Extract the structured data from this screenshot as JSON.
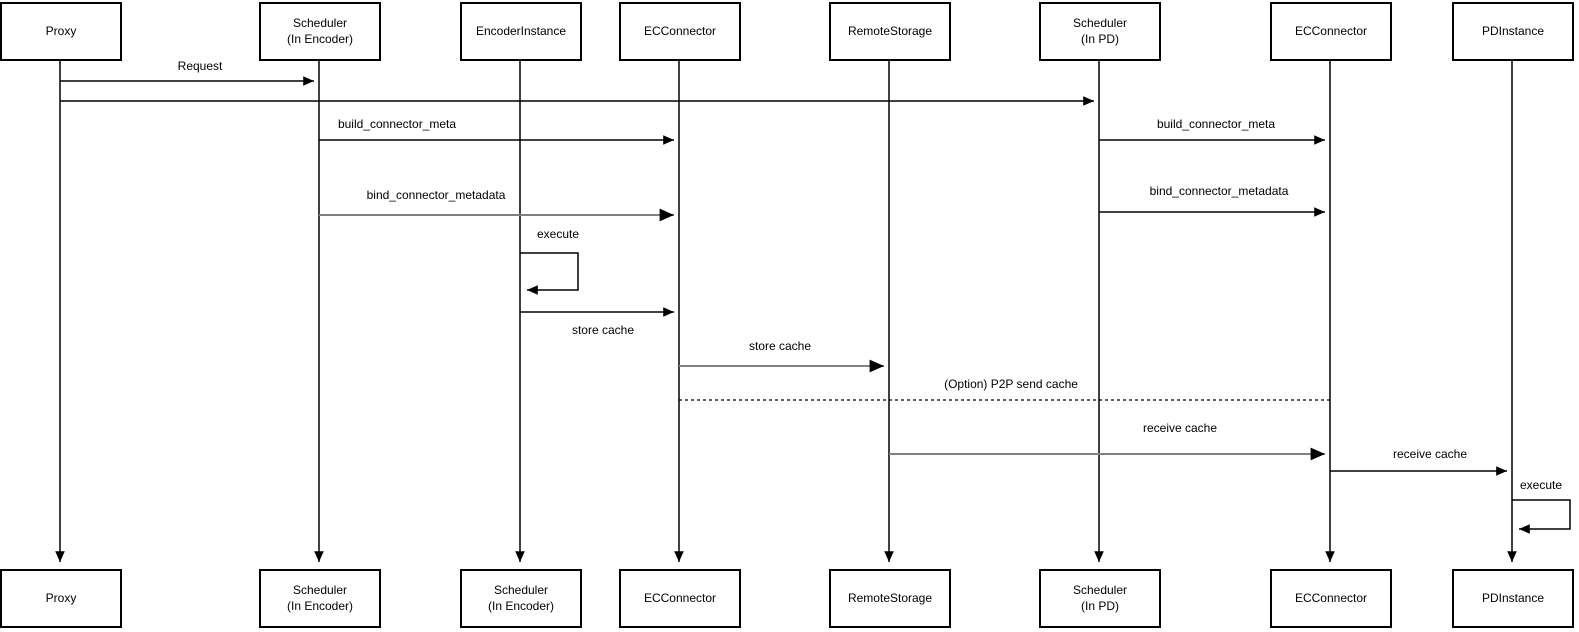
{
  "diagram": {
    "type": "sequence-diagram",
    "background_color": "#ffffff",
    "line_color": "#000000",
    "gray_line_color": "#808080",
    "participants": [
      {
        "id": "proxy",
        "top_label": "Proxy",
        "bottom_label": "Proxy"
      },
      {
        "id": "scheduler-encoder",
        "top_label": "Scheduler\n(In Encoder)",
        "bottom_label": "Scheduler\n(In Encoder)"
      },
      {
        "id": "encoder-instance",
        "top_label": "EncoderInstance",
        "bottom_label": "Scheduler\n(In Encoder)"
      },
      {
        "id": "ec-connector-1",
        "top_label": "ECConnector",
        "bottom_label": "ECConnector"
      },
      {
        "id": "remote-storage",
        "top_label": "RemoteStorage",
        "bottom_label": "RemoteStorage"
      },
      {
        "id": "scheduler-pd",
        "top_label": "Scheduler\n(In PD)",
        "bottom_label": "Scheduler\n(In PD)"
      },
      {
        "id": "ec-connector-2",
        "top_label": "ECConnector",
        "bottom_label": "ECConnector"
      },
      {
        "id": "pd-instance",
        "top_label": "PDInstance",
        "bottom_label": "PDInstance"
      }
    ],
    "labels": {
      "request": "Request",
      "build_left": "build_connector_meta",
      "bind_left": "bind_connector_metadata",
      "execute_left": "execute",
      "store_cache_1": "store cache",
      "store_cache_2": "store cache",
      "p2p": "(Option) P2P send cache",
      "receive_1": "receive cache",
      "receive_2": "receive cache",
      "execute_right": "execute",
      "build_right": "build_connector_meta",
      "bind_right": "bind_connector_metadata"
    }
  }
}
